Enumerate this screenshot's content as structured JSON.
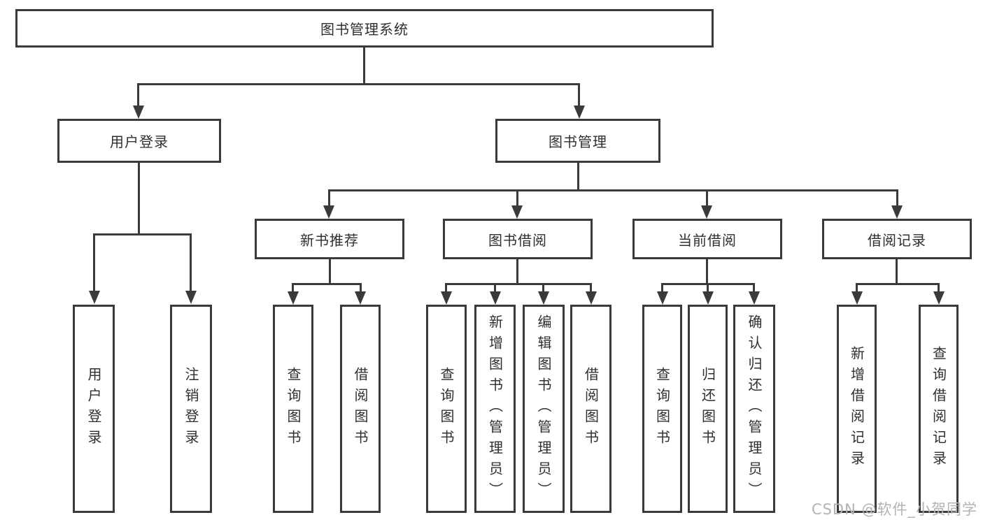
{
  "diagram": {
    "root": {
      "label": "图书管理系统"
    },
    "level2": [
      {
        "label": "用户登录"
      },
      {
        "label": "图书管理"
      }
    ],
    "level3": [
      {
        "label": "新书推荐"
      },
      {
        "label": "图书借阅"
      },
      {
        "label": "当前借阅"
      },
      {
        "label": "借阅记录"
      }
    ],
    "leaves": {
      "user_login": [
        {
          "label": "用户登录"
        },
        {
          "label": "注销登录"
        }
      ],
      "new_books": [
        {
          "label": "查询图书"
        },
        {
          "label": "借阅图书"
        }
      ],
      "book_borrow": [
        {
          "label": "查询图书"
        },
        {
          "label": "新增图书（管理员）"
        },
        {
          "label": "编辑图书（管理员）"
        },
        {
          "label": "借阅图书"
        }
      ],
      "current_borrow": [
        {
          "label": "查询图书"
        },
        {
          "label": "归还图书"
        },
        {
          "label": "确认归还（管理员）"
        }
      ],
      "borrow_records": [
        {
          "label": "新增借阅记录"
        },
        {
          "label": "查询借阅记录"
        }
      ]
    }
  },
  "watermark": {
    "text": "CSDN @软件_小贺同学",
    "color": "#b3b3b3"
  },
  "colors": {
    "line": "#3a3a3a",
    "text": "#2f2f2f",
    "box_fill": "#ffffff",
    "background": "#ffffff"
  }
}
